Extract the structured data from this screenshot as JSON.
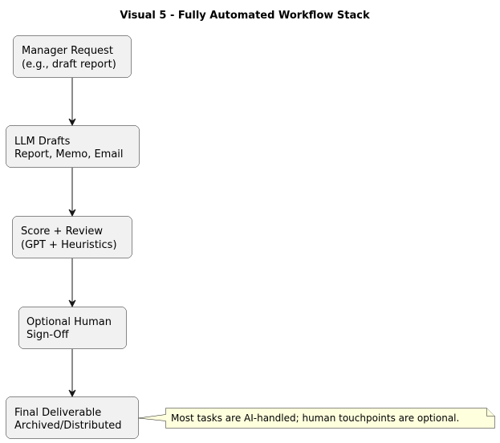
{
  "title": "Visual 5 - Fully Automated Workflow Stack",
  "steps": [
    {
      "line1": "Manager Request",
      "line2": "(e.g., draft report)"
    },
    {
      "line1": "LLM Drafts",
      "line2": "Report, Memo, Email"
    },
    {
      "line1": "Score + Review",
      "line2": "(GPT + Heuristics)"
    },
    {
      "line1": "Optional Human",
      "line2": "Sign-Off"
    },
    {
      "line1": "Final Deliverable",
      "line2": "Archived/Distributed"
    }
  ],
  "note": {
    "text": "Most tasks are AI-handled; human touchpoints are optional."
  },
  "colors": {
    "box_fill": "#F1F1F1",
    "box_stroke": "#181818",
    "note_fill": "#FEFFDD",
    "arrow": "#181818"
  }
}
